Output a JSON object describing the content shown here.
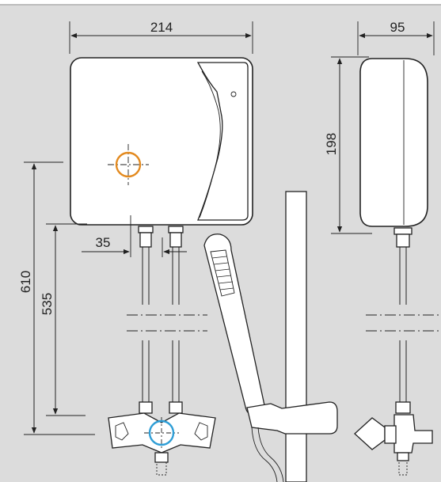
{
  "dimensions": {
    "width_front": "214",
    "depth_side": "95",
    "height_unit": "198",
    "total_height": "610",
    "connection_height": "535",
    "pipe_spacing": "35"
  },
  "colors": {
    "background": "#dcdcdc",
    "line": "#222222",
    "highlight_orange": "#e38a1f",
    "highlight_blue": "#2f9ed6"
  },
  "icons": {
    "center_mark": "crosshair-circle-icon",
    "mixer_mark": "crosshair-circle-icon"
  }
}
